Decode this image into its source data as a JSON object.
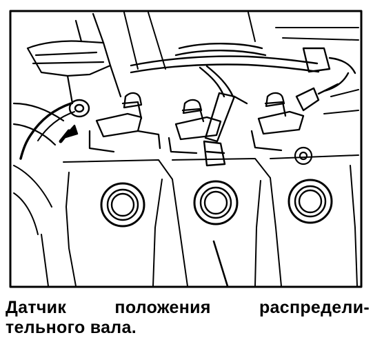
{
  "figure": {
    "caption": {
      "line1": {
        "w1": "Датчик",
        "w2": "положения",
        "w3": "распредели-"
      },
      "line2": "тельного вала."
    },
    "colors": {
      "ink": "#000000",
      "paper": "#ffffff"
    }
  }
}
